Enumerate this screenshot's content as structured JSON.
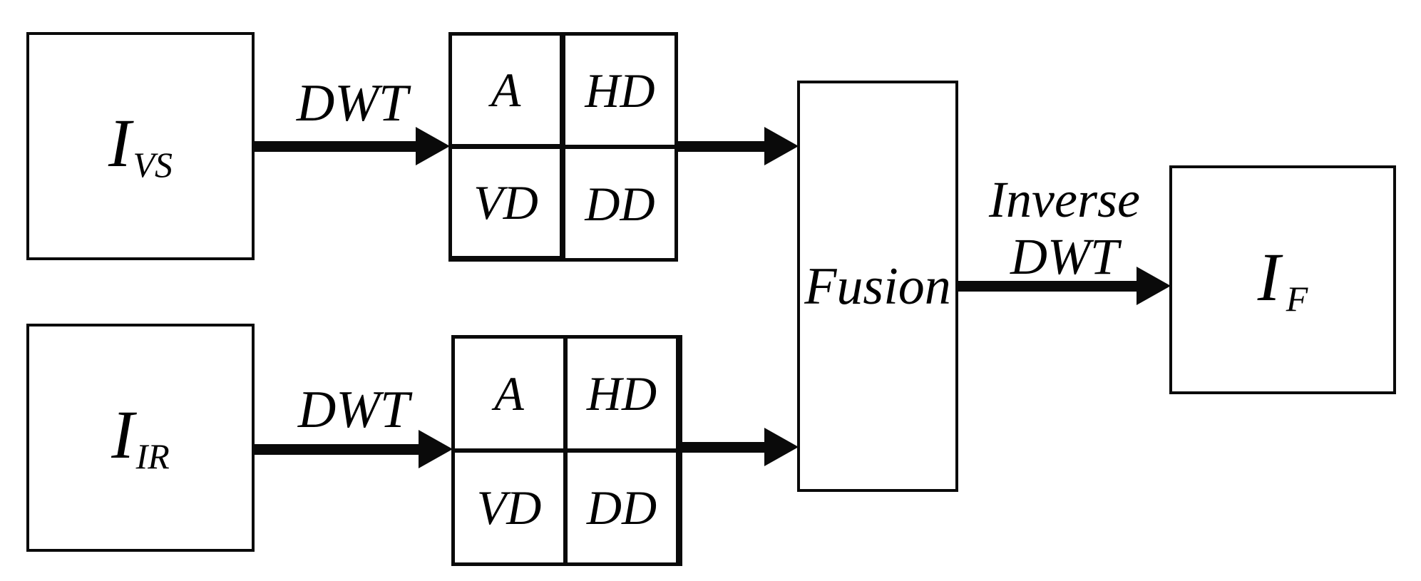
{
  "diagram": {
    "title_hint": "DWT image fusion block diagram",
    "colors": {
      "ink": "#0a0a0a",
      "background": "#ffffff"
    },
    "nodes": {
      "ivs": {
        "main": "I",
        "sub": "VS"
      },
      "iir": {
        "main": "I",
        "sub": "IR"
      },
      "fusion": {
        "label": "Fusion"
      },
      "ifused": {
        "main": "I",
        "sub": "F"
      }
    },
    "grids": {
      "vs": {
        "cells": [
          "A",
          "HD",
          "VD",
          "DD"
        ]
      },
      "ir": {
        "cells": [
          "A",
          "HD",
          "VD",
          "DD"
        ]
      }
    },
    "arrows": {
      "dwt_vs_label": "DWT",
      "dwt_ir_label": "DWT",
      "inverse_dwt_line1": "Inverse",
      "inverse_dwt_line2": "DWT"
    }
  }
}
